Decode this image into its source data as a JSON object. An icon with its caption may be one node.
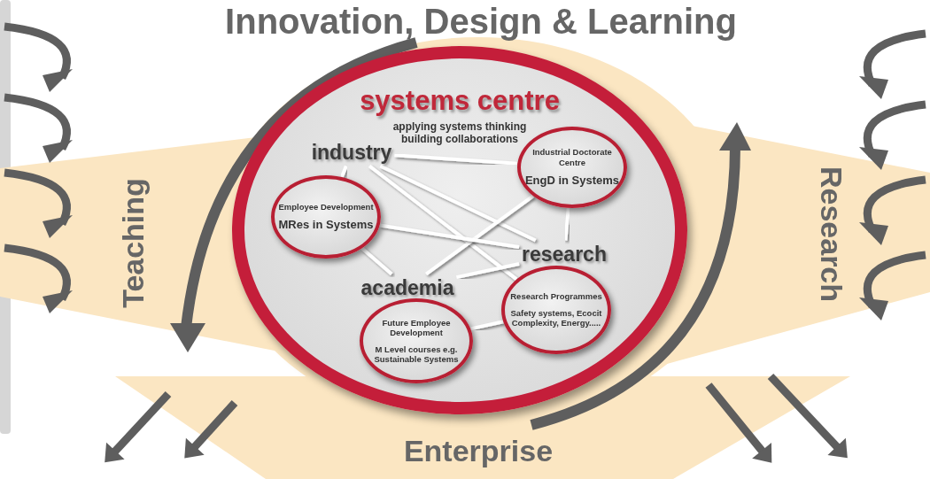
{
  "diagram": {
    "nodes": [
      {
        "text": [
          "systems centre",
          "applying systems thinking building collaborations"
        ]
      },
      {
        "text": [
          "industry"
        ],
        "in": 0
      },
      {
        "text": [
          "Industrial Doctorate Centre",
          "EngD in Systems"
        ],
        "in": 0
      },
      {
        "text": [
          "Employee Development",
          "MRes in Systems"
        ],
        "in": 0
      },
      {
        "text": [
          "research"
        ],
        "in": 0
      },
      {
        "text": [
          "academia"
        ],
        "in": 0
      },
      {
        "text": [
          "Research Programmes",
          "Safety systems, Ecocit Complexity, Energy....."
        ],
        "in": 0
      },
      {
        "text": [
          "Future Employee Development",
          "M Level courses e.g. Sustainable Systems"
        ],
        "in": 0
      }
    ],
    "edges": [
      {
        "from": 1,
        "to": 2,
        "arrow": "none"
      },
      {
        "from": 1,
        "to": 3,
        "arrow": "none"
      },
      {
        "from": 1,
        "to": 4,
        "arrow": "none"
      },
      {
        "from": 1,
        "to": 6,
        "arrow": "none"
      },
      {
        "from": 2,
        "to": 5,
        "arrow": "none"
      },
      {
        "from": 2,
        "to": 4,
        "arrow": "none"
      },
      {
        "from": 3,
        "to": 5,
        "arrow": "none"
      },
      {
        "from": 3,
        "to": 4,
        "arrow": "none"
      },
      {
        "from": 5,
        "to": 4,
        "arrow": "none"
      },
      {
        "from": 7,
        "to": 6,
        "arrow": "none"
      }
    ],
    "labels": [
      "Innovation, Design & Learning",
      "Teaching",
      "Research",
      "Enterprise"
    ]
  }
}
